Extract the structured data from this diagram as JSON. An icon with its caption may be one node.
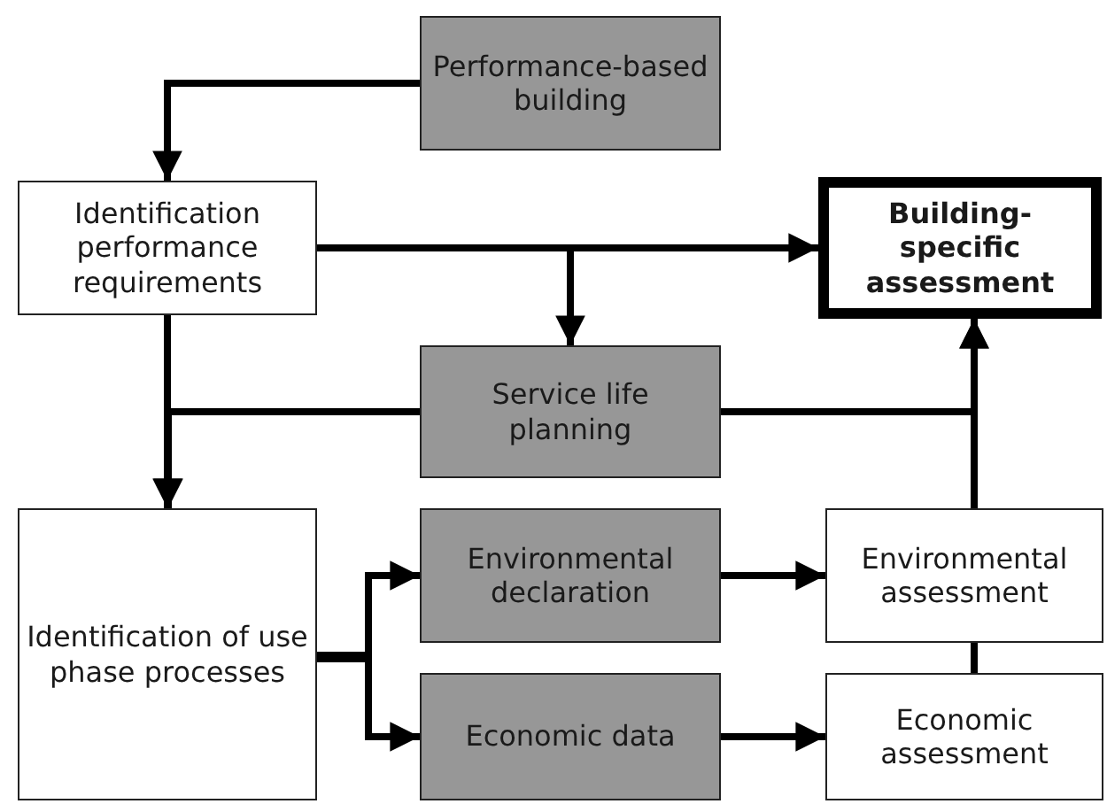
{
  "diagram": {
    "nodes": [
      {
        "text": [
          "Performance-based building"
        ]
      },
      {
        "text": [
          "Identification performance requirements"
        ]
      },
      {
        "text": [
          "Building-specific assessment"
        ]
      },
      {
        "text": [
          "Service life planning"
        ]
      },
      {
        "text": [
          "Identification of use phase processes"
        ]
      },
      {
        "text": [
          "Environmental declaration"
        ]
      },
      {
        "text": [
          "Economic data"
        ]
      },
      {
        "text": [
          "Environmental assessment"
        ]
      },
      {
        "text": [
          "Economic assessment"
        ]
      }
    ],
    "edges": [
      {
        "from": 0,
        "to": 1,
        "arrow": "to"
      },
      {
        "from": 1,
        "to": 2,
        "arrow": "to"
      },
      {
        "from": 1,
        "to": 3,
        "arrow": "to"
      },
      {
        "from": 1,
        "to": 4,
        "arrow": "to"
      },
      {
        "from": 3,
        "to": 4,
        "arrow": "to"
      },
      {
        "from": 3,
        "to": 2,
        "arrow": "to"
      },
      {
        "from": 7,
        "to": 2,
        "arrow": "to"
      },
      {
        "from": 8,
        "to": 7,
        "arrow": "none"
      },
      {
        "from": 4,
        "to": 5,
        "arrow": "to"
      },
      {
        "from": 4,
        "to": 6,
        "arrow": "to"
      },
      {
        "from": 5,
        "to": 7,
        "arrow": "to"
      },
      {
        "from": 6,
        "to": 8,
        "arrow": "to"
      }
    ]
  }
}
